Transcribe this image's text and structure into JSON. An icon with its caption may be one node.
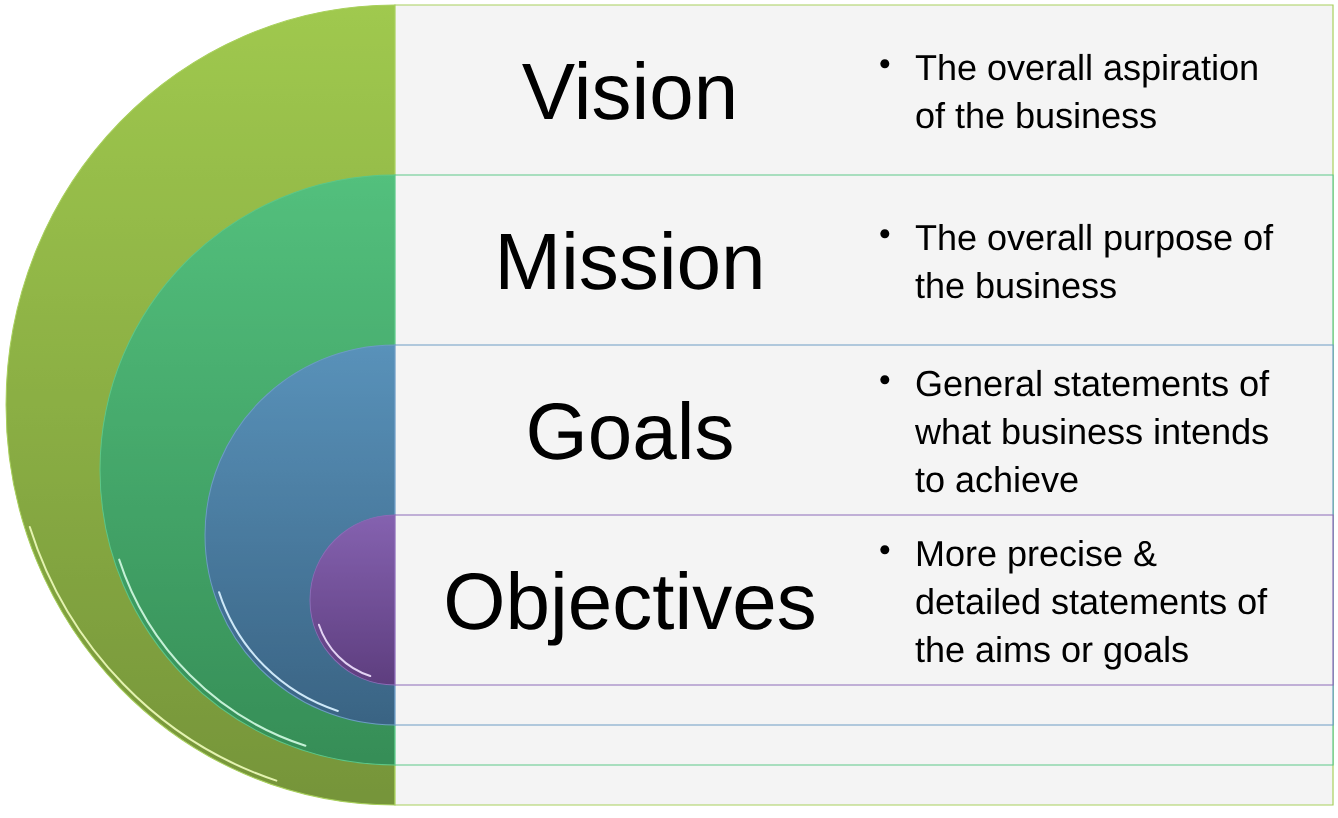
{
  "diagram": {
    "nodes": [
      {
        "text": [
          "Vision",
          "The overall aspiration of the business"
        ]
      },
      {
        "text": [
          "Mission",
          "The overall purpose of the business"
        ],
        "in": 0
      },
      {
        "text": [
          "Goals",
          "General statements of what business intends to achieve"
        ],
        "in": 1
      },
      {
        "text": [
          "Objectives",
          "More precise & detailed statements of the aims or goals"
        ],
        "in": 2
      }
    ]
  }
}
